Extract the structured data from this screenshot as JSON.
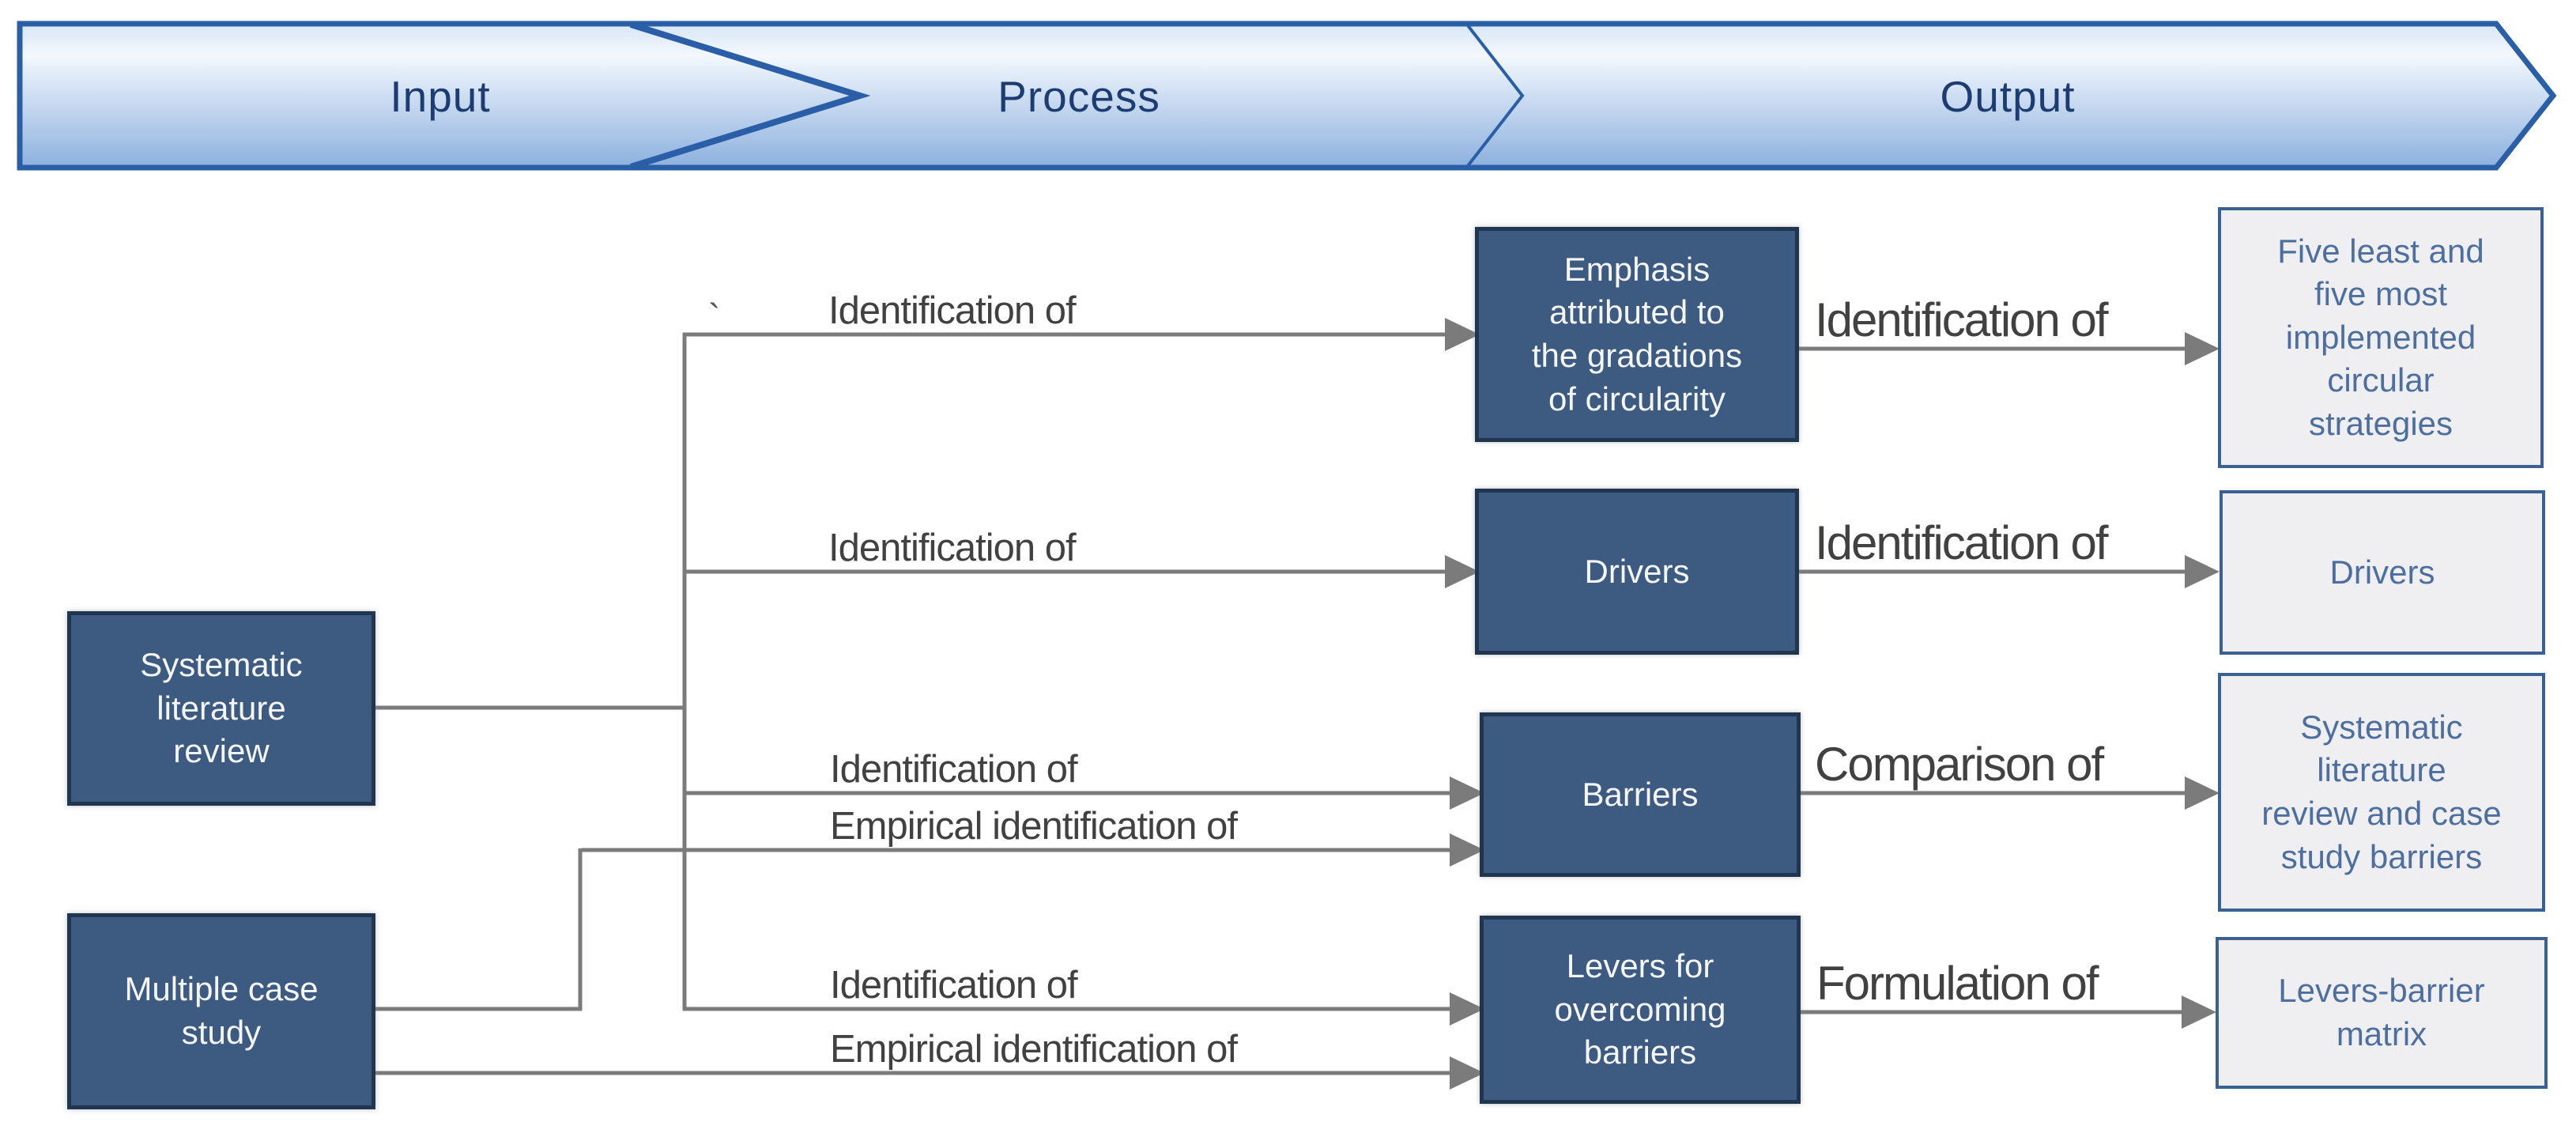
{
  "banner": {
    "segments": [
      {
        "id": "input",
        "label": "Input"
      },
      {
        "id": "process",
        "label": "Process"
      },
      {
        "id": "output",
        "label": "Output"
      }
    ]
  },
  "input_boxes": [
    {
      "id": "systematic-literature-review",
      "label": "Systematic\nliterature\nreview"
    },
    {
      "id": "multiple-case-study",
      "label": "Multiple case\nstudy"
    }
  ],
  "process_boxes": [
    {
      "id": "emphasis-gradations",
      "label": "Emphasis\nattributed to\nthe gradations\nof circularity"
    },
    {
      "id": "drivers",
      "label": "Drivers"
    },
    {
      "id": "barriers",
      "label": "Barriers"
    },
    {
      "id": "levers",
      "label": "Levers for\novercoming\nbarriers"
    }
  ],
  "output_boxes": [
    {
      "id": "five-strategies",
      "label": "Five least and\nfive most\nimplemented\ncircular\nstrategies"
    },
    {
      "id": "drivers-output",
      "label": "Drivers"
    },
    {
      "id": "slr-case-barriers",
      "label": "Systematic\nliterature\nreview and case\nstudy barriers"
    },
    {
      "id": "levers-barrier-matrix",
      "label": "Levers-barrier\nmatrix"
    }
  ],
  "process_labels": [
    {
      "row": 1,
      "text": "Identification of"
    },
    {
      "row": 2,
      "text": "Identification of"
    },
    {
      "row": 3,
      "text": "Identification of"
    },
    {
      "row": 3,
      "text": "Empirical identification of"
    },
    {
      "row": 4,
      "text": "Identification of"
    },
    {
      "row": 4,
      "text": "Empirical identification of"
    }
  ],
  "output_labels": [
    {
      "row": 1,
      "text": "Identification of"
    },
    {
      "row": 2,
      "text": "Identification of"
    },
    {
      "row": 3,
      "text": "Comparison of"
    },
    {
      "row": 4,
      "text": "Formulation of"
    }
  ],
  "stray_mark": "`",
  "colors": {
    "banner_border": "#2a5fa8",
    "banner_text": "#1c3c72",
    "banner_gradient_top": "#d7e5f5",
    "banner_gradient_light": "#f3f8fd",
    "banner_gradient_bottom": "#8cb0de",
    "dark_box_fill": "#3d5a80",
    "dark_box_border": "#203650",
    "dark_box_text": "#f4f6f9",
    "output_box_fill": "#efeff1",
    "output_box_border": "#3a6191",
    "output_box_text": "#4d6f9f",
    "connector_gray": "#7b7b7b",
    "arrow_label_gray": "#414141"
  }
}
